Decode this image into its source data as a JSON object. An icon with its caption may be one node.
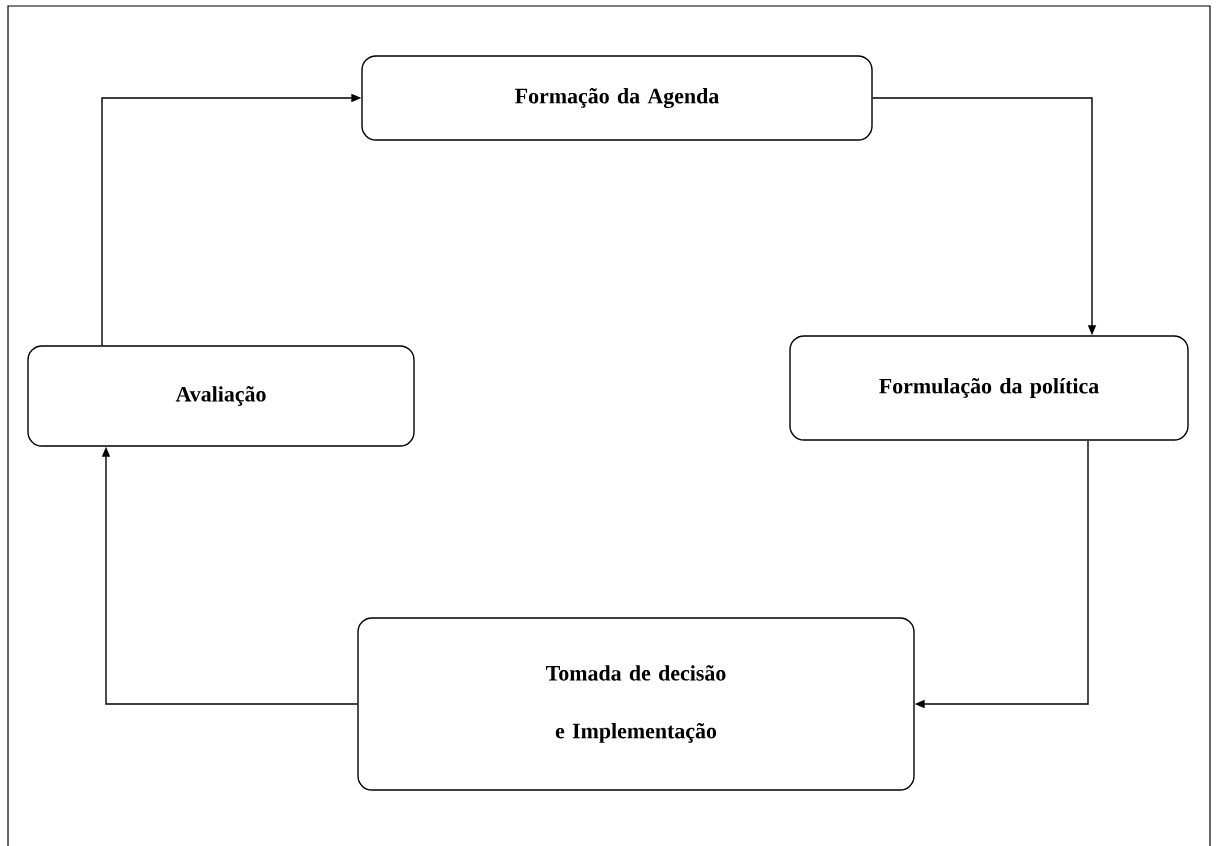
{
  "diagram": {
    "nodes": [
      {
        "text": [
          "Formação da Agenda"
        ]
      },
      {
        "text": [
          "Formulação da política"
        ]
      },
      {
        "text": [
          "Tomada de decisão e Implementação"
        ]
      },
      {
        "text": [
          "Avaliação"
        ]
      }
    ],
    "edges": [
      {
        "from": 0,
        "to": 1,
        "arrow": "to"
      },
      {
        "from": 1,
        "to": 2,
        "arrow": "to"
      },
      {
        "from": 2,
        "to": 3,
        "arrow": "to"
      },
      {
        "from": 3,
        "to": 0,
        "arrow": "to"
      }
    ]
  }
}
